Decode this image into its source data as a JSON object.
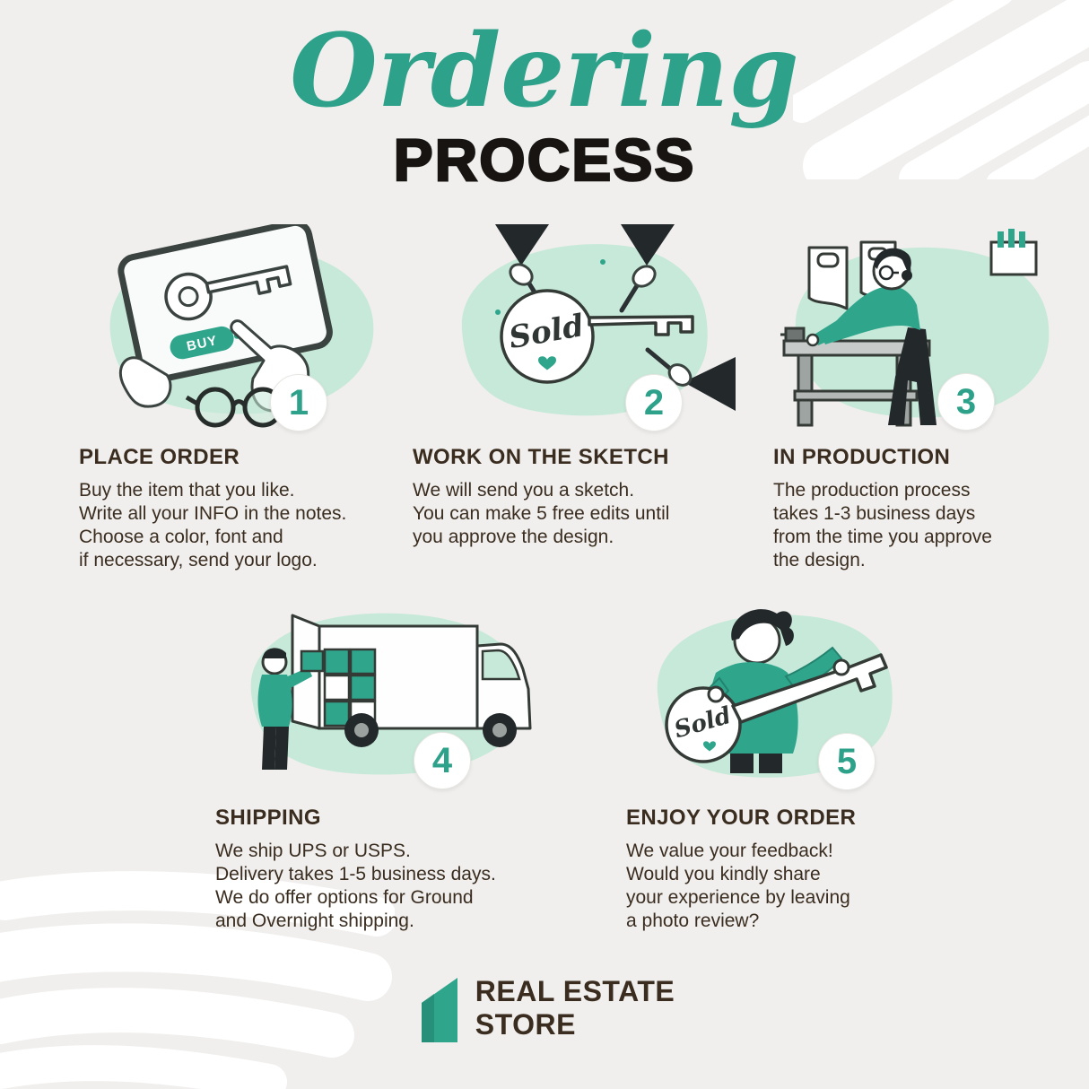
{
  "title": {
    "script": "Ordering",
    "block": "PROCESS"
  },
  "steps": [
    {
      "number": "1",
      "heading": "PLACE ORDER",
      "description": "Buy the item that you like.\nWrite all your INFO in the notes.\nChoose a color, font and\nif necessary, send your logo."
    },
    {
      "number": "2",
      "heading": "WORK ON THE SKETCH",
      "description": "We will send you a sketch.\nYou can make 5 free edits until\nyou approve the design."
    },
    {
      "number": "3",
      "heading": "IN PRODUCTION",
      "description": "The production process\ntakes 1-3 business days\nfrom the time you approve\nthe design."
    },
    {
      "number": "4",
      "heading": "SHIPPING",
      "description": "We ship UPS or USPS.\nDelivery takes 1-5 business days.\nWe do offer options for Ground\nand Overnight shipping."
    },
    {
      "number": "5",
      "heading": "ENJOY YOUR ORDER",
      "description": "We value your feedback!\nWould you kindly share\nyour experience by leaving\na photo review?"
    }
  ],
  "illustrations": {
    "buy_button_label": "BUY",
    "sold_sign_text": "Sold",
    "key_prop_text": "Sold"
  },
  "footer": {
    "brand_line1": "REAL ESTATE",
    "brand_line2": "STORE"
  },
  "colors": {
    "teal": "#2fa58c",
    "mint": "#c7e9d9",
    "ink": "#343a36",
    "heading_brown": "#3a2d20",
    "title_black": "#171412",
    "background": "#f0efed",
    "brush_white": "#ffffff"
  }
}
